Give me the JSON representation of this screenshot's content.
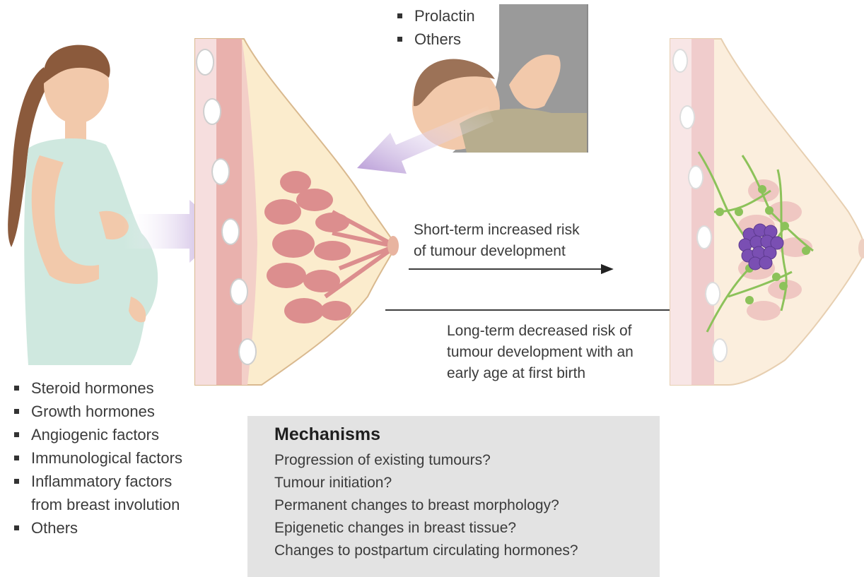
{
  "lactation_factors": [
    "Prolactin",
    "Others"
  ],
  "pregnancy_factors": [
    "Steroid hormones",
    "Growth hormones",
    "Angiogenic factors",
    "Immunological factors",
    "Inflammatory factors",
    "from breast involution",
    "Others"
  ],
  "short_term_label": [
    "Short-term increased risk",
    "of tumour development"
  ],
  "long_term_label": [
    "Long-term decreased risk of",
    "tumour development with an",
    "early age at first birth"
  ],
  "mechanisms": {
    "title": "Mechanisms",
    "items": [
      "Progression of existing tumours?",
      "Tumour initiation?",
      "Permanent changes to breast morphology?",
      "Epigenetic changes in breast tissue?",
      "Changes to postpartum circulating hormones?"
    ]
  },
  "colors": {
    "arrow_purple": "#b79ad6",
    "skin": "#f2c9ab",
    "breast_fill": "#fbeccd",
    "lobule": "#dc8e8e",
    "tumour": "#7a4fb3",
    "lymph": "#8cc25a",
    "mechanism_box": "#e3e3e3"
  }
}
